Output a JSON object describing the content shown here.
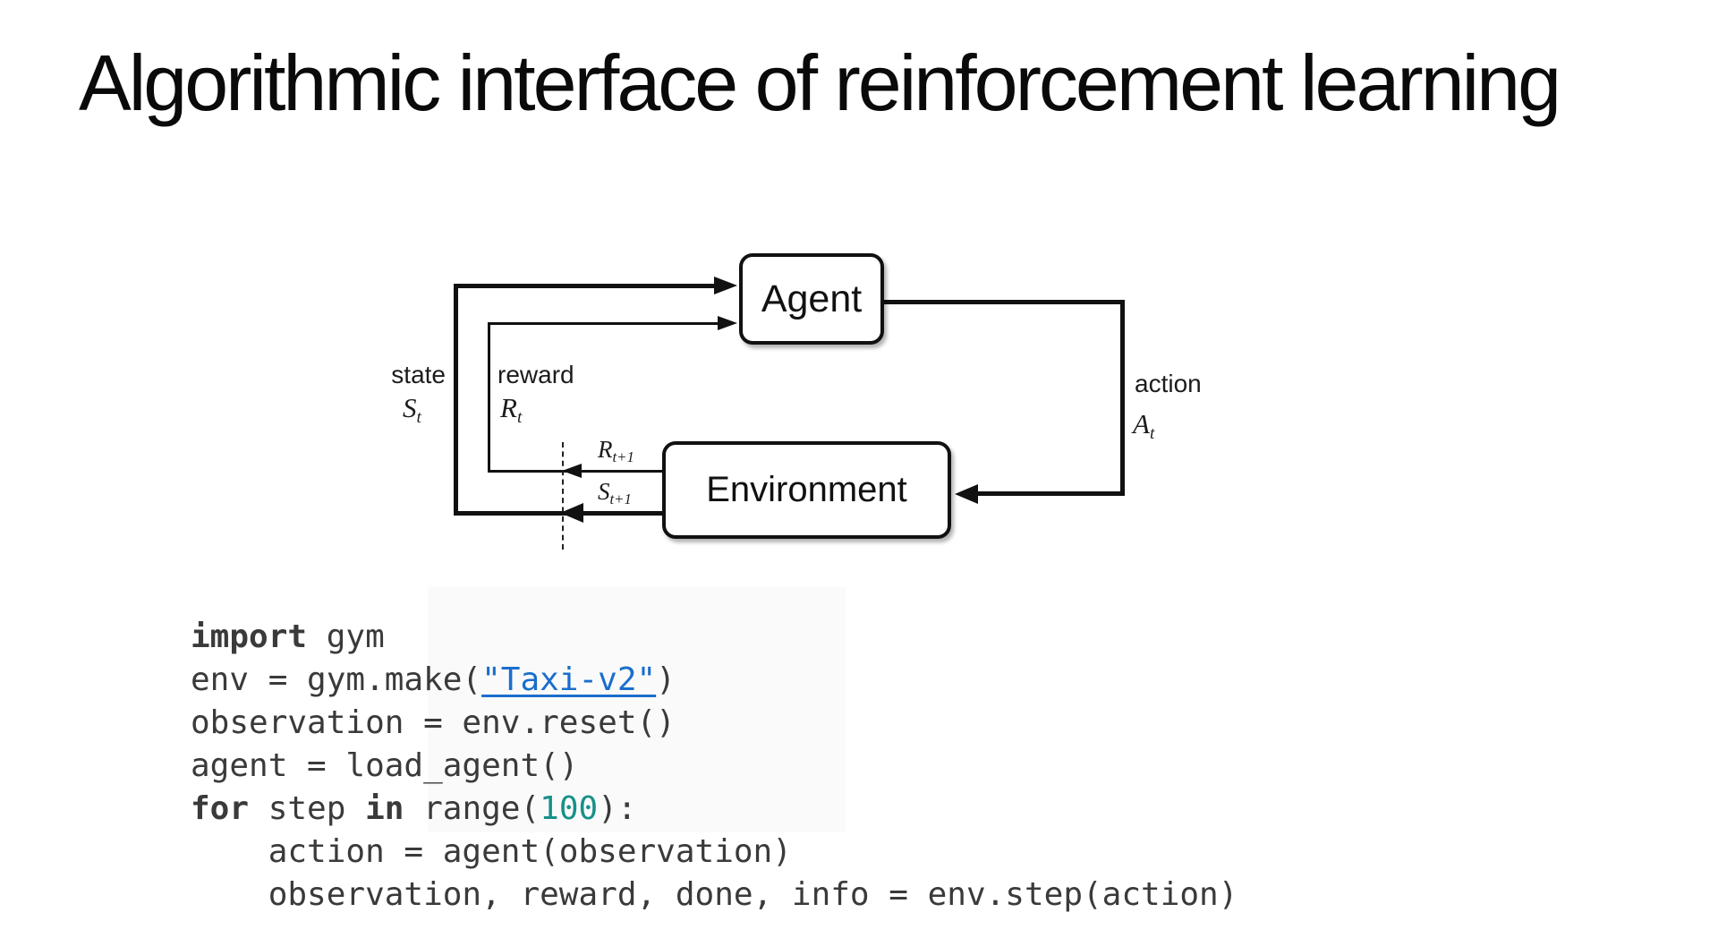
{
  "slide": {
    "title": "Algorithmic interface of reinforcement learning"
  },
  "diagram": {
    "agent": "Agent",
    "environment": "Environment",
    "labels": {
      "state": "state",
      "state_sym": "S",
      "state_sub": "t",
      "reward": "reward",
      "reward_sym": "R",
      "reward_sub": "t",
      "reward_next_sym": "R",
      "reward_next_sub": "t+1",
      "state_next_sym": "S",
      "state_next_sub": "t+1",
      "action": "action",
      "action_sym": "A",
      "action_sub": "t"
    }
  },
  "code": {
    "link_text": "\"Taxi-v2\"",
    "lines": [
      {
        "tokens": [
          {
            "t": "import",
            "c": "kw"
          },
          {
            "t": " gym",
            "c": "pl"
          }
        ]
      },
      {
        "tokens": [
          {
            "t": "env = gym.make(",
            "c": "pl"
          },
          {
            "t": "\"Taxi-v2\"",
            "c": "link"
          },
          {
            "t": ")",
            "c": "pl"
          }
        ]
      },
      {
        "tokens": [
          {
            "t": "observation = env.reset()",
            "c": "pl"
          }
        ]
      },
      {
        "tokens": [
          {
            "t": "agent = load_agent()",
            "c": "pl"
          }
        ]
      },
      {
        "tokens": [
          {
            "t": "for",
            "c": "kw"
          },
          {
            "t": " step ",
            "c": "pl"
          },
          {
            "t": "in",
            "c": "kw"
          },
          {
            "t": " range(",
            "c": "pl"
          },
          {
            "t": "100",
            "c": "num"
          },
          {
            "t": "):",
            "c": "pl"
          }
        ]
      },
      {
        "tokens": [
          {
            "t": "    action = agent(observation)",
            "c": "pl"
          }
        ]
      },
      {
        "tokens": [
          {
            "t": "    observation, reward, done, info = env.step(action)",
            "c": "pl"
          }
        ]
      }
    ]
  },
  "colors": {
    "code_text": "#3a3a3a",
    "link_blue": "#1a6ecb",
    "number_teal": "#17908a",
    "diagram_ink": "#111111"
  }
}
